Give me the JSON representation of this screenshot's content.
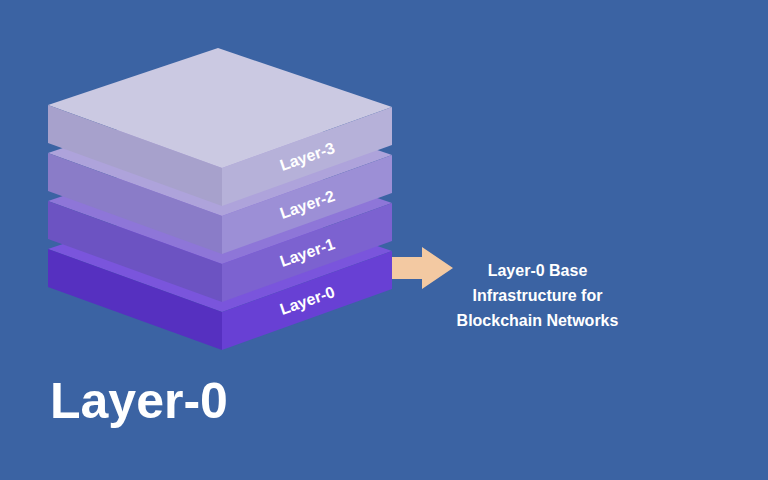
{
  "diagram": {
    "title": "Layer-0",
    "nodes": [
      {
        "text": [
          "Layer-3"
        ]
      },
      {
        "text": [
          "Layer-2"
        ]
      },
      {
        "text": [
          "Layer-1"
        ]
      },
      {
        "text": [
          "Layer-0"
        ]
      }
    ],
    "labels": [
      "Layer-0 Base Infrastructure for Blockchain Networks"
    ]
  }
}
